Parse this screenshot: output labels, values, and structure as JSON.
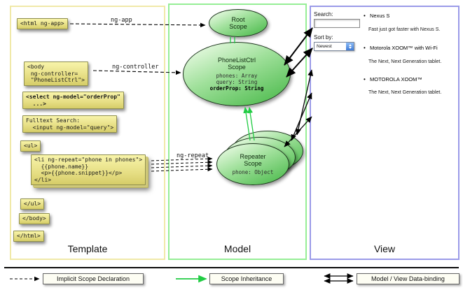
{
  "columns": {
    "template_label": "Template",
    "model_label": "Model",
    "view_label": "View"
  },
  "template_code": {
    "html_open": "<html ng-app>",
    "body_open": "<body\n ng-controller=\n \"PhoneListCtrl\">",
    "select_code": "<select ng-model=\"orderProp\"\n  ...>",
    "fulltext_code": "Fulltext Search:\n  <input ng-model=\"query\">",
    "ul_open": "<ul>",
    "li_code": "<li ng-repeat=\"phone in phones\">\n  {{phone.name}}\n  <p>{{phone.snippet}}</p>\n</li>",
    "ul_close": "</ul>",
    "body_close": "</body>",
    "html_close": "</html>"
  },
  "arrow_labels": {
    "ng_app": "ng-app",
    "ng_controller": "ng-controller",
    "ng_repeat": "ng-repeat"
  },
  "model": {
    "root_scope_title": "Root\nScope",
    "phonelist_title": "PhoneListCtrl\nScope",
    "phonelist_props": "phones: Array\nquery: String",
    "phonelist_bold_prop": "orderProp: String",
    "repeater_title": "Repeater\nScope",
    "repeater_prop": "phone: Object"
  },
  "view": {
    "search_label": "Search:",
    "sort_label": "Sort by:",
    "sort_value": "Newest",
    "items": [
      {
        "name": "Nexus S",
        "snippet": "Fast just got faster with Nexus S."
      },
      {
        "name": "Motorola XOOM™ with Wi-Fi",
        "snippet": "The Next, Next Generation tablet."
      },
      {
        "name": "MOTOROLA XOOM™",
        "snippet": "The Next, Next Generation tablet."
      }
    ]
  },
  "legend": {
    "implicit": "Implicit Scope Declaration",
    "inheritance": "Scope Inheritance",
    "databinding": "Model / View Data-binding"
  },
  "colors": {
    "scope_green": "#52bd52",
    "inherit_arrow": "#21cc43",
    "template_border": "#f0e9a8",
    "model_border": "#96ee96",
    "view_border": "#9a9ae8",
    "codebox_yellow": "#e6de84"
  }
}
